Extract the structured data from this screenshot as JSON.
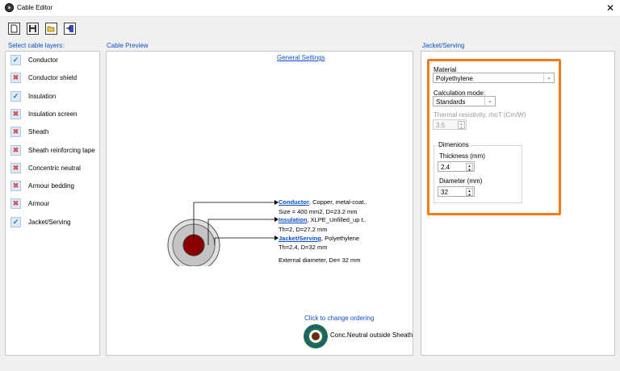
{
  "window": {
    "title": "Cable Editor",
    "close_glyph": "✕"
  },
  "toolbar": {
    "buttons": [
      "new-icon",
      "save-icon",
      "open-folder-icon",
      "exit-icon"
    ]
  },
  "layers_panel": {
    "title": "Select cable layers:",
    "items": [
      {
        "label": "Conductor",
        "checked": true
      },
      {
        "label": "Conductor shield",
        "checked": false
      },
      {
        "label": "Insulation",
        "checked": true
      },
      {
        "label": "Insulation screen",
        "checked": false
      },
      {
        "label": "Sheath",
        "checked": false
      },
      {
        "label": "Sheath reinforcing tape",
        "checked": false
      },
      {
        "label": "Concentric neutral",
        "checked": false
      },
      {
        "label": "Armour bedding",
        "checked": false
      },
      {
        "label": "Armour",
        "checked": false
      },
      {
        "label": "Jacket/Serving",
        "checked": true
      }
    ],
    "check_on": "✓",
    "check_off": "✖"
  },
  "preview": {
    "title": "Cable Preview",
    "general_settings": "General Settings",
    "conductor": {
      "link": "Conductor",
      "desc": ", Copper, metal-coat..",
      "detail": "Size = 400 mm2, D=23.2 mm"
    },
    "insulation": {
      "link": "Insulation",
      "desc": ", XLPE_Unfilled_up t..",
      "detail": "Th=2, D=27.2 mm"
    },
    "jacket": {
      "link": "Jacket/Serving",
      "desc": ", Polyethylene",
      "detail": "Th=2.4, D=32 mm"
    },
    "external_diameter": "External diameter, De= 32 mm",
    "ordering_link": "Click to change ordering",
    "ordering_label": "Conc.Neutral outside Sheath",
    "colors": {
      "conductor": "#8b0000",
      "insulation": "#c4c4c4",
      "jacket": "#e0e0e0"
    }
  },
  "properties": {
    "title": "Jacket/Serving",
    "material_label": "Material",
    "material_value": "Polyethylene",
    "calc_mode_label": "Calculation mode:",
    "calc_mode_value": "Standards",
    "thermal_label": "Thermal resistivity, rhoT (Cm/W)",
    "thermal_value": "3.5",
    "dimensions_group": "Dimenions",
    "thickness_label": "Thickness (mm)",
    "thickness_value": "2.4",
    "diameter_label": "Diameter (mm)",
    "diameter_value": "32",
    "highlight_color": "#f07c1b"
  }
}
